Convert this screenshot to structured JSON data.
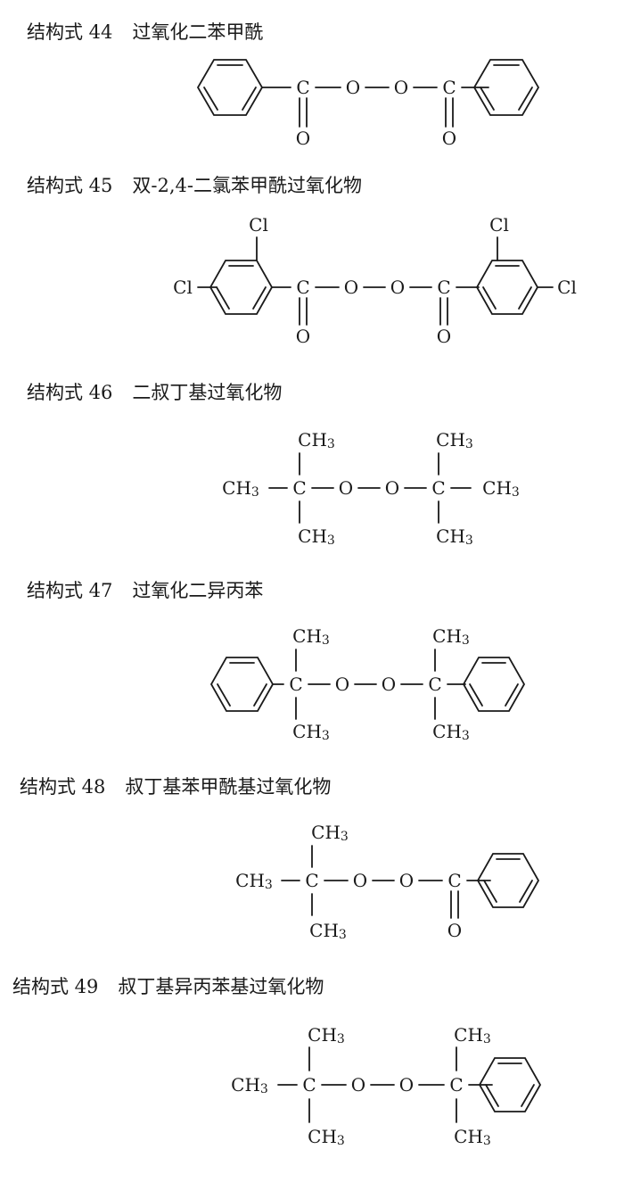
{
  "structures": [
    {
      "label": "结构式 44",
      "name": "过氧化二苯甲酰",
      "atoms": {
        "c1": "C",
        "o1": "O",
        "o2": "O",
        "c2": "C",
        "o3": "O",
        "o4": "O"
      }
    },
    {
      "label": "结构式 45",
      "name": "双-2,4-二氯苯甲酰过氧化物",
      "atoms": {
        "cl1": "Cl",
        "cl2": "Cl",
        "cl3": "Cl",
        "cl4": "Cl",
        "c1": "C",
        "o1": "O",
        "o2": "O",
        "c2": "C",
        "o3": "O",
        "o4": "O"
      }
    },
    {
      "label": "结构式 46",
      "name": "二叔丁基过氧化物",
      "atoms": {
        "ch3a": "CH3",
        "ch3b": "CH3",
        "ch3c": "CH3",
        "ch3d": "CH3",
        "ch3e": "CH3",
        "ch3f": "CH3",
        "c1": "C",
        "o1": "O",
        "o2": "O",
        "c2": "C"
      }
    },
    {
      "label": "结构式 47",
      "name": "过氧化二异丙苯",
      "atoms": {
        "ch3a": "CH3",
        "ch3b": "CH3",
        "ch3c": "CH3",
        "ch3d": "CH3",
        "c1": "C",
        "o1": "O",
        "o2": "O",
        "c2": "C"
      }
    },
    {
      "label": "结构式 48",
      "name": "叔丁基苯甲酰基过氧化物",
      "atoms": {
        "ch3a": "CH3",
        "ch3b": "CH3",
        "ch3c": "CH3",
        "c1": "C",
        "o1": "O",
        "o2": "O",
        "c2": "C",
        "o3": "O"
      }
    },
    {
      "label": "结构式 49",
      "name": "叔丁基异丙苯基过氧化物",
      "atoms": {
        "ch3a": "CH3",
        "ch3b": "CH3",
        "ch3c": "CH3",
        "ch3d": "CH3",
        "ch3e": "CH3",
        "c1": "C",
        "o1": "O",
        "o2": "O",
        "c2": "C"
      }
    }
  ]
}
